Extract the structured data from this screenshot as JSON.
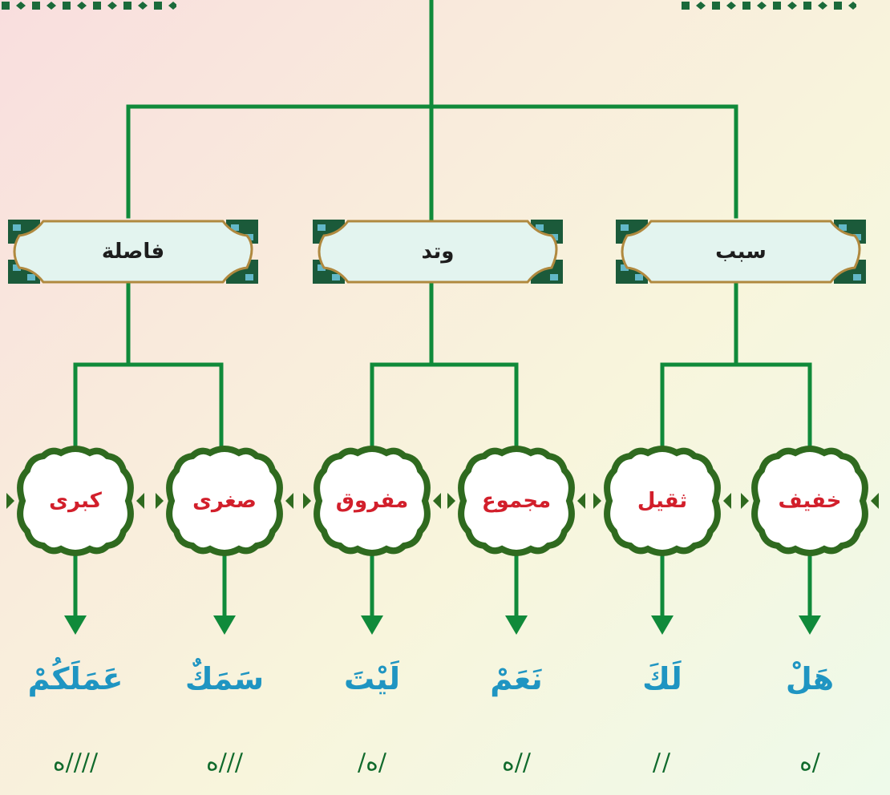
{
  "colors": {
    "line": "#108a3a",
    "main_box_fill": "#e3f4ef",
    "main_box_border": "#b0893f",
    "category_border": "#2f6a1f",
    "category_fill": "#ffffff",
    "category_text": "#d21f2b",
    "example_text": "#1f95c2",
    "notation_text": "#106a2c"
  },
  "main_nodes": [
    {
      "id": "fasila",
      "label": "فاصلة"
    },
    {
      "id": "watad",
      "label": "وتد"
    },
    {
      "id": "sabab",
      "label": "سبب"
    }
  ],
  "categories": [
    {
      "label": "كبرى",
      "example": "عَمَلَكُمْ",
      "notation": "ه////"
    },
    {
      "label": "صغرى",
      "example": "سَمَكٌ",
      "notation": "ه///"
    },
    {
      "label": "مفروق",
      "example": "لَيْتَ",
      "notation": "/ه/"
    },
    {
      "label": "مجموع",
      "example": "نَعَمْ",
      "notation": "ه//"
    },
    {
      "label": "ثقيل",
      "example": "لَكَ",
      "notation": "//"
    },
    {
      "label": "خفيف",
      "example": "هَلْ",
      "notation": "ه/"
    }
  ]
}
